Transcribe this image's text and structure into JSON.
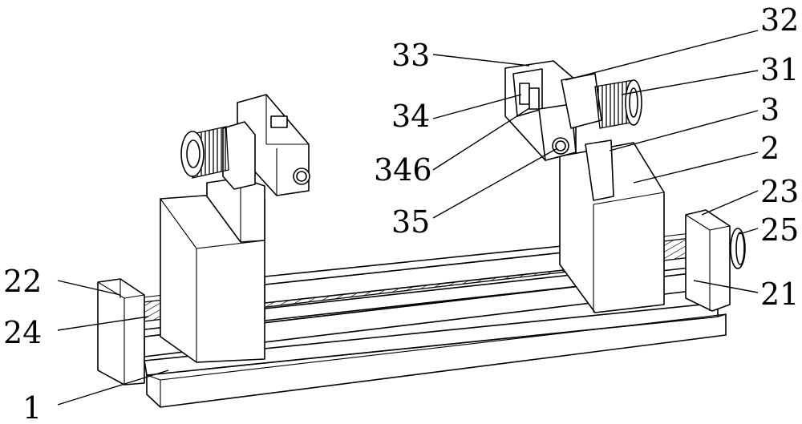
{
  "figure": {
    "labels": [
      {
        "id": "l32",
        "text": "32"
      },
      {
        "id": "l33",
        "text": "33"
      },
      {
        "id": "l31",
        "text": "31"
      },
      {
        "id": "l34",
        "text": "34"
      },
      {
        "id": "l3",
        "text": "3"
      },
      {
        "id": "l346",
        "text": "346"
      },
      {
        "id": "l2",
        "text": "2"
      },
      {
        "id": "l35",
        "text": "35"
      },
      {
        "id": "l23",
        "text": "23"
      },
      {
        "id": "l25",
        "text": "25"
      },
      {
        "id": "l22",
        "text": "22"
      },
      {
        "id": "l21",
        "text": "21"
      },
      {
        "id": "l24",
        "text": "24"
      },
      {
        "id": "l1",
        "text": "1"
      }
    ]
  }
}
